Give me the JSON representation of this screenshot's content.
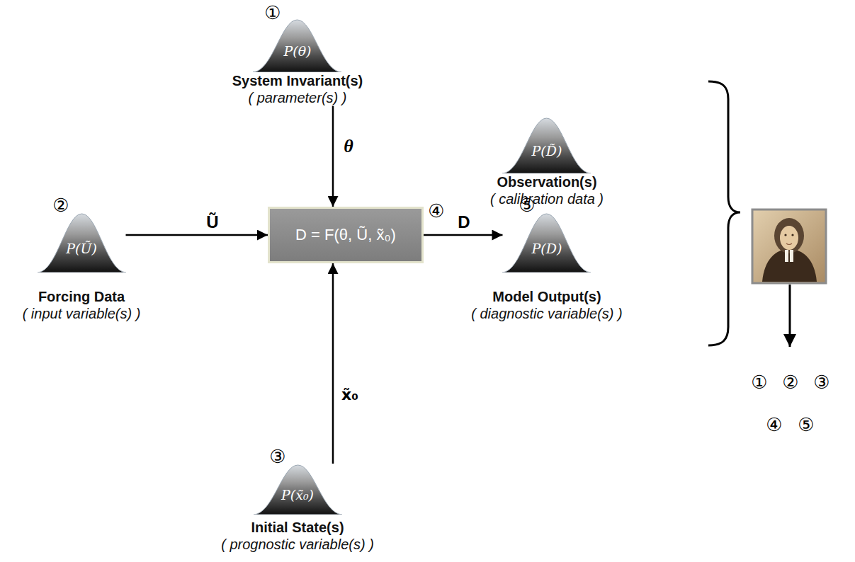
{
  "diagram": {
    "nodes": [
      {
        "text": [
          "P(θ)",
          "System Invariant(s)",
          "( parameter(s) )"
        ]
      },
      {
        "text": [
          "P(Ũ)",
          "Forcing Data",
          "( input variable(s) )"
        ]
      },
      {
        "text": [
          "D = F(θ, Ũ, x̃₀)"
        ]
      },
      {
        "text": [
          "P(x̃₀)",
          "Initial State(s)",
          "( prognostic variable(s) )"
        ]
      },
      {
        "text": [
          "P(D̃)",
          "Observation(s)",
          "( calibration data )"
        ]
      },
      {
        "text": [
          "P(D)",
          "Model Output(s)",
          "( diagnostic variable(s) )"
        ]
      }
    ],
    "edges": [
      {
        "from": 0,
        "to": 2,
        "arrow": "to",
        "label": "θ"
      },
      {
        "from": 1,
        "to": 2,
        "arrow": "to",
        "label": "Ũ"
      },
      {
        "from": 3,
        "to": 2,
        "arrow": "to",
        "label": "x̃₀"
      },
      {
        "from": 2,
        "to": 5,
        "arrow": "to",
        "label": "D"
      }
    ],
    "labels": [
      "①",
      "②",
      "③",
      "④",
      "⑤",
      "①",
      "②",
      "③",
      "④",
      "⑤"
    ]
  }
}
